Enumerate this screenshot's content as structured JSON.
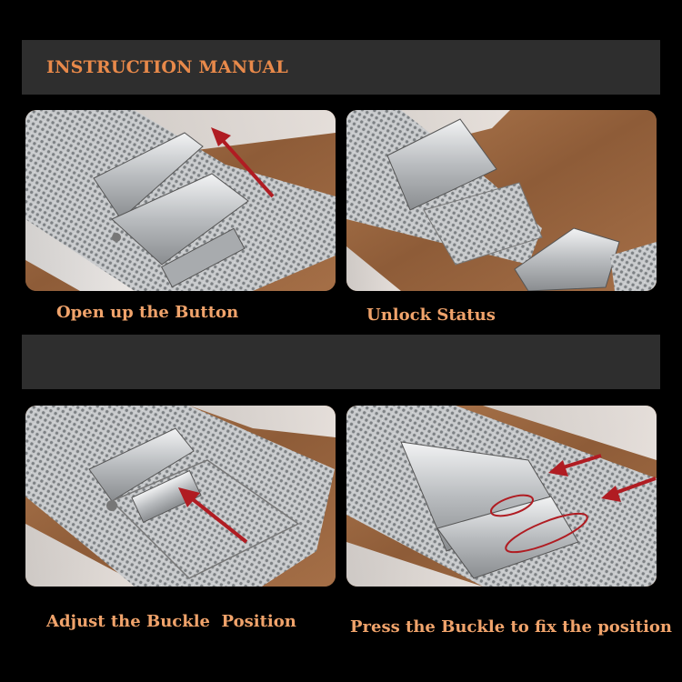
{
  "header": {
    "title": "INSTRUCTION MANUAL"
  },
  "steps": [
    {
      "caption": "Open up the Button"
    },
    {
      "caption": "Unlock Status"
    },
    {
      "caption": "Adjust the Buckle  Position"
    },
    {
      "caption": "Press the Buckle to fix the position"
    }
  ],
  "colors": {
    "caption": "#f0a36b",
    "banner_bg": "#2e2e2e",
    "arrow": "#b01c22",
    "background": "#000000"
  }
}
